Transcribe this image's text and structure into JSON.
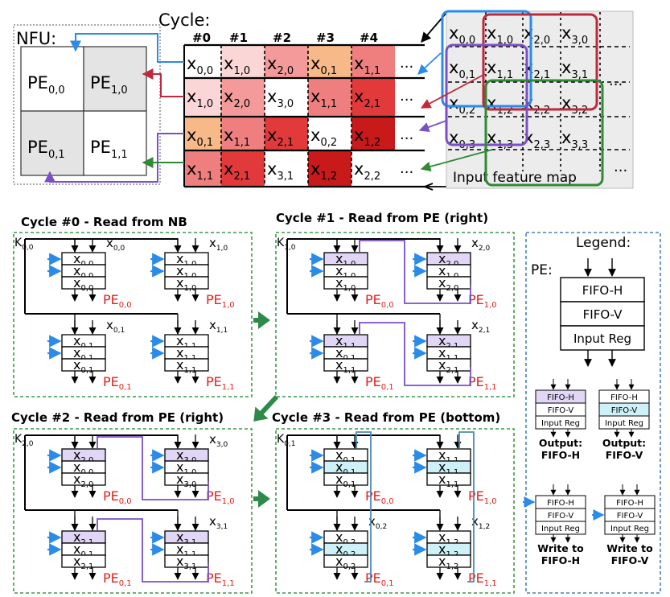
{
  "nfu": {
    "label": "NFU:",
    "pe": [
      {
        "base": "PE",
        "sub": "0,0"
      },
      {
        "base": "PE",
        "sub": "1,0"
      },
      {
        "base": "PE",
        "sub": "0,1"
      },
      {
        "base": "PE",
        "sub": "1,1"
      }
    ]
  },
  "cycle_table": {
    "title": "Cycle:",
    "headers": [
      "#0",
      "#1",
      "#2",
      "#3",
      "#4"
    ],
    "ellipsis": "...",
    "rows": [
      [
        {
          "base": "x",
          "sub": "0,0",
          "color": "#ffffff"
        },
        {
          "base": "x",
          "sub": "1,0",
          "color": "#fbd6d6"
        },
        {
          "base": "x",
          "sub": "2,0",
          "color": "#f49a9a"
        },
        {
          "base": "x",
          "sub": "0,1",
          "color": "#f7b987"
        },
        {
          "base": "x",
          "sub": "1,1",
          "color": "#ef7f7f"
        }
      ],
      [
        {
          "base": "x",
          "sub": "1,0",
          "color": "#fbd6d6"
        },
        {
          "base": "x",
          "sub": "2,0",
          "color": "#f49a9a"
        },
        {
          "base": "x",
          "sub": "3,0",
          "color": "#ffffff"
        },
        {
          "base": "x",
          "sub": "1,1",
          "color": "#ef7f7f"
        },
        {
          "base": "x",
          "sub": "2,1",
          "color": "#e23a3a"
        }
      ],
      [
        {
          "base": "x",
          "sub": "0,1",
          "color": "#f7b987"
        },
        {
          "base": "x",
          "sub": "1,1",
          "color": "#ef7f7f"
        },
        {
          "base": "x",
          "sub": "2,1",
          "color": "#e23a3a"
        },
        {
          "base": "x",
          "sub": "0,2",
          "color": "#ffffff"
        },
        {
          "base": "x",
          "sub": "1,2",
          "color": "#c8191b"
        }
      ],
      [
        {
          "base": "x",
          "sub": "1,1",
          "color": "#ef7f7f"
        },
        {
          "base": "x",
          "sub": "2,1",
          "color": "#e23a3a"
        },
        {
          "base": "x",
          "sub": "3,1",
          "color": "#ffffff"
        },
        {
          "base": "x",
          "sub": "1,2",
          "color": "#c8191b"
        },
        {
          "base": "x",
          "sub": "2,2",
          "color": "#ffffff"
        }
      ]
    ]
  },
  "feature_map": {
    "label": "Input feature map",
    "ellipsis": "...",
    "grid": [
      [
        {
          "base": "x",
          "sub": "0,0"
        },
        {
          "base": "x",
          "sub": "1,0"
        },
        {
          "base": "x",
          "sub": "2,0"
        },
        {
          "base": "x",
          "sub": "3,0"
        }
      ],
      [
        {
          "base": "x",
          "sub": "0,1"
        },
        {
          "base": "x",
          "sub": "1,1"
        },
        {
          "base": "x",
          "sub": "2,1"
        },
        {
          "base": "x",
          "sub": "3,1"
        }
      ],
      [
        {
          "base": "x",
          "sub": "0,2"
        },
        {
          "base": "x",
          "sub": "1,2"
        },
        {
          "base": "x",
          "sub": "2,2"
        },
        {
          "base": "x",
          "sub": "3,2"
        }
      ],
      [
        {
          "base": "x",
          "sub": "0,3"
        },
        {
          "base": "x",
          "sub": "1,3"
        },
        {
          "base": "x",
          "sub": "2,3"
        },
        {
          "base": "x",
          "sub": "3,3"
        }
      ]
    ]
  },
  "panels": [
    {
      "title": "Cycle #0 - Read from NB",
      "kernel": {
        "base": "K",
        "sub": "0,0"
      },
      "pes": [
        {
          "pe": "0,0",
          "top": "0,0",
          "rows": [
            "0,0",
            "0,0",
            "0,0"
          ],
          "top_hl": "none"
        },
        {
          "pe": "1,0",
          "top": "1,0",
          "rows": [
            "1,0",
            "1,0",
            "1,0"
          ],
          "top_hl": "none"
        },
        {
          "pe": "0,1",
          "top": "0,1",
          "rows": [
            "0,1",
            "0,1",
            "0,1"
          ],
          "top_hl": "none"
        },
        {
          "pe": "1,1",
          "top": "1,1",
          "rows": [
            "1,1",
            "1,1",
            "1,1"
          ],
          "top_hl": "none"
        }
      ]
    },
    {
      "title": "Cycle #1 - Read from PE (right)",
      "kernel": {
        "base": "K",
        "sub": "1,0"
      },
      "pes": [
        {
          "pe": "0,0",
          "top": "",
          "rows": [
            "1,0",
            "1,0",
            "1,0"
          ],
          "top_hl": "h"
        },
        {
          "pe": "1,0",
          "top": "2,0",
          "rows": [
            "2,0",
            "1,0",
            "2,0"
          ],
          "top_hl": "h"
        },
        {
          "pe": "0,1",
          "top": "",
          "rows": [
            "1,1",
            "0,1",
            "1,1"
          ],
          "top_hl": "h"
        },
        {
          "pe": "1,1",
          "top": "2,1",
          "rows": [
            "2,1",
            "1,1",
            "2,1"
          ],
          "top_hl": "h"
        }
      ]
    },
    {
      "title": "Cycle #2 - Read from PE (right)",
      "kernel": {
        "base": "K",
        "sub": "2,0"
      },
      "pes": [
        {
          "pe": "0,0",
          "top": "",
          "rows": [
            "2,0",
            "0,0",
            "2,0"
          ],
          "top_hl": "h"
        },
        {
          "pe": "1,0",
          "top": "3,0",
          "rows": [
            "3,0",
            "1,0",
            "3,0"
          ],
          "top_hl": "h"
        },
        {
          "pe": "0,1",
          "top": "",
          "rows": [
            "2,1",
            "0,1",
            "2,1"
          ],
          "top_hl": "h"
        },
        {
          "pe": "1,1",
          "top": "3,1",
          "rows": [
            "3,1",
            "1,1",
            "3,1"
          ],
          "top_hl": "h"
        }
      ]
    },
    {
      "title": "Cycle #3 - Read from PE (bottom)",
      "kernel": {
        "base": "K",
        "sub": "0,1"
      },
      "pes": [
        {
          "pe": "0,0",
          "top": "",
          "rows": [
            "0,1",
            "0,1",
            "0,1"
          ],
          "top_hl": "v"
        },
        {
          "pe": "1,0",
          "top": "",
          "rows": [
            "1,1",
            "1,1",
            "1,1"
          ],
          "top_hl": "v"
        },
        {
          "pe": "0,1",
          "top": "0,2",
          "rows": [
            "0,2",
            "0,2",
            "0,2"
          ],
          "top_hl": "v"
        },
        {
          "pe": "1,1",
          "top": "1,2",
          "rows": [
            "1,2",
            "1,2",
            "1,2"
          ],
          "top_hl": "v"
        }
      ]
    }
  ],
  "legend": {
    "title": "Legend:",
    "pe_label": "PE:",
    "rows": [
      "FIFO-H",
      "FIFO-V",
      "Input Reg"
    ],
    "captions": [
      "Output:\nFIFO-H",
      "Output:\nFIFO-V",
      "Write to\nFIFO-H",
      "Write to\nFIFO-V"
    ]
  },
  "colors": {
    "blue_arrow": "#2a8be8",
    "red_arrow": "#c0283c",
    "purple": "#7b4fc6",
    "green": "#2e8a34",
    "panel_border": "#3a9a46",
    "legend_border": "#4a7fbf",
    "pe_label_red": "#e0201a",
    "fifo_h_fill": "#e2d6f6",
    "fifo_v_fill": "#cdf1f7",
    "teal_line": "#4b89b9",
    "feature_map_bg": "#ececec",
    "nfu_cell_gray": "#e4e4e4",
    "green_arrow_big": "#2f8a4a"
  }
}
